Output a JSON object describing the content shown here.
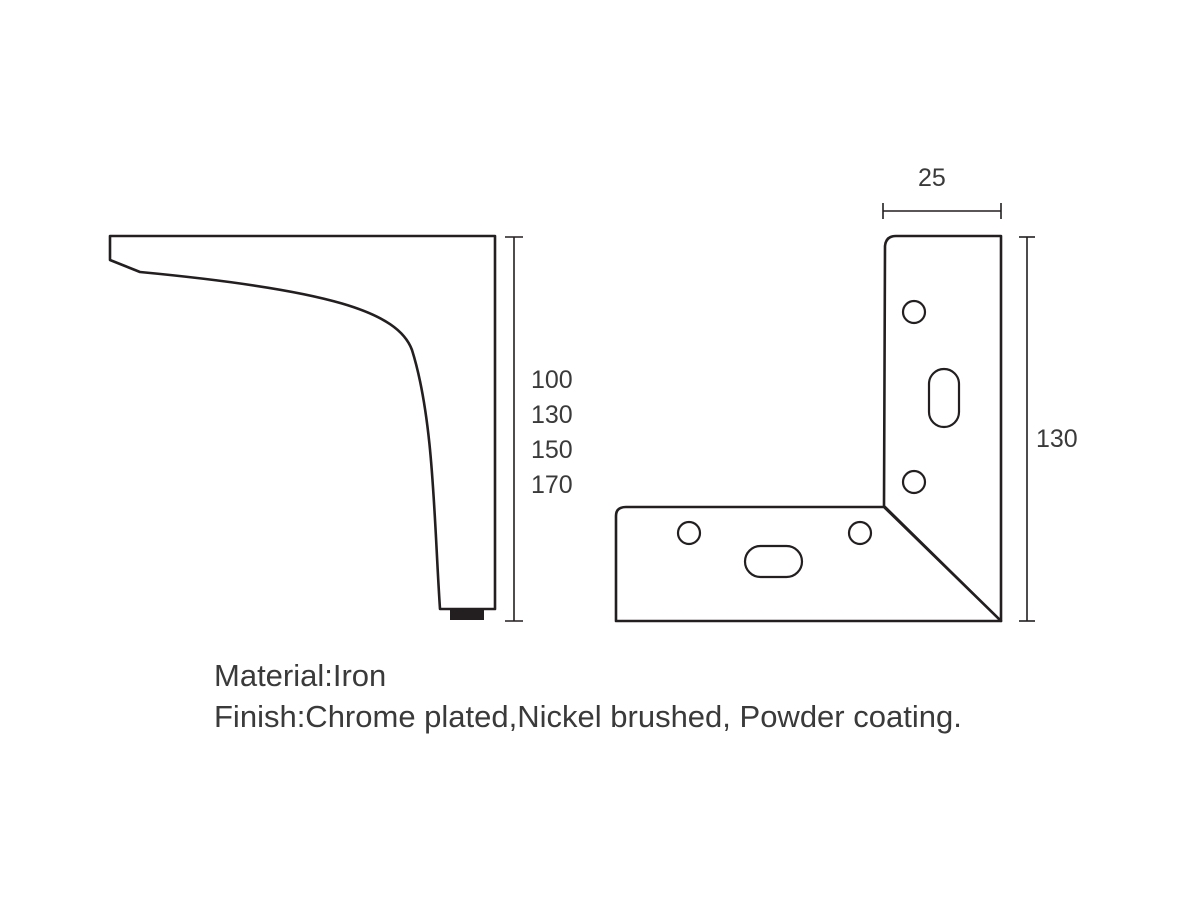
{
  "side_view": {
    "height_options": [
      "100",
      "130",
      "150",
      "170"
    ]
  },
  "bracket_view": {
    "width_label": "25",
    "height_label": "130"
  },
  "specs": {
    "material": "Material:Iron",
    "finish": "Finish:Chrome plated,Nickel brushed, Powder coating."
  },
  "colors": {
    "line": "#231f20",
    "text": "#3a3a3a",
    "background": "#ffffff"
  }
}
